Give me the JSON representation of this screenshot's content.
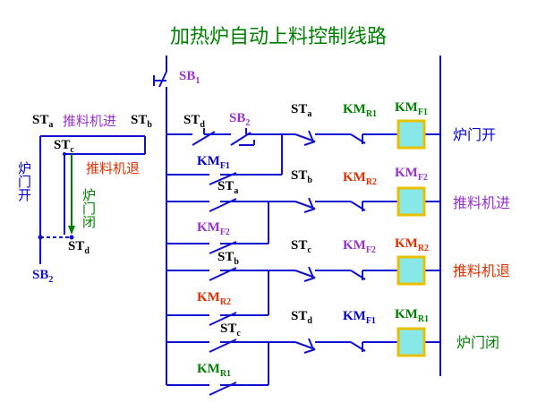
{
  "title": "加热炉自动上料控制线路",
  "colors": {
    "wire": "#1010d0",
    "title": "#008000",
    "black": "#000000",
    "purple": "#9932CC",
    "green": "#008000",
    "red": "#e03000",
    "blue": "#0000d0",
    "coil_fill": "#88e8e8",
    "coil_border": "#e8c000"
  },
  "top_contact": {
    "base": "SB",
    "sub": "1"
  },
  "rungs": [
    {
      "start": {
        "base": "ST",
        "sub": "d"
      },
      "start_extra": {
        "base": "SB",
        "sub": "2"
      },
      "hold": {
        "base": "KM",
        "sub": "F1"
      },
      "series": {
        "base": "ST",
        "sub": "a"
      },
      "interlock": {
        "base": "KM",
        "sub": "R1"
      },
      "coil": {
        "base": "KM",
        "sub": "F1"
      },
      "action": "炉门开"
    },
    {
      "start": {
        "base": "ST",
        "sub": "a"
      },
      "hold": {
        "base": "KM",
        "sub": "F2"
      },
      "series": {
        "base": "ST",
        "sub": "b"
      },
      "interlock": {
        "base": "KM",
        "sub": "R2"
      },
      "coil": {
        "base": "KM",
        "sub": "F2"
      },
      "action": "推料机进"
    },
    {
      "start": {
        "base": "ST",
        "sub": "b"
      },
      "hold": {
        "base": "KM",
        "sub": "R2"
      },
      "series": {
        "base": "ST",
        "sub": "c"
      },
      "interlock": {
        "base": "KM",
        "sub": "F2"
      },
      "coil": {
        "base": "KM",
        "sub": "R2"
      },
      "action": "推料机退"
    },
    {
      "start": {
        "base": "ST",
        "sub": "c"
      },
      "hold": {
        "base": "KM",
        "sub": "R1"
      },
      "series": {
        "base": "ST",
        "sub": "d"
      },
      "interlock": {
        "base": "KM",
        "sub": "F1"
      },
      "coil": {
        "base": "KM",
        "sub": "R1"
      },
      "action": "炉门闭"
    }
  ],
  "sequence": {
    "st_a": {
      "base": "ST",
      "sub": "a"
    },
    "st_b": {
      "base": "ST",
      "sub": "b"
    },
    "st_c": {
      "base": "ST",
      "sub": "c"
    },
    "st_d": {
      "base": "ST",
      "sub": "d"
    },
    "sb2": {
      "base": "SB",
      "sub": "2"
    },
    "push_in": "推料机进",
    "push_out": "推料机退",
    "door_open": "炉门开",
    "door_close": "炉门闭"
  }
}
